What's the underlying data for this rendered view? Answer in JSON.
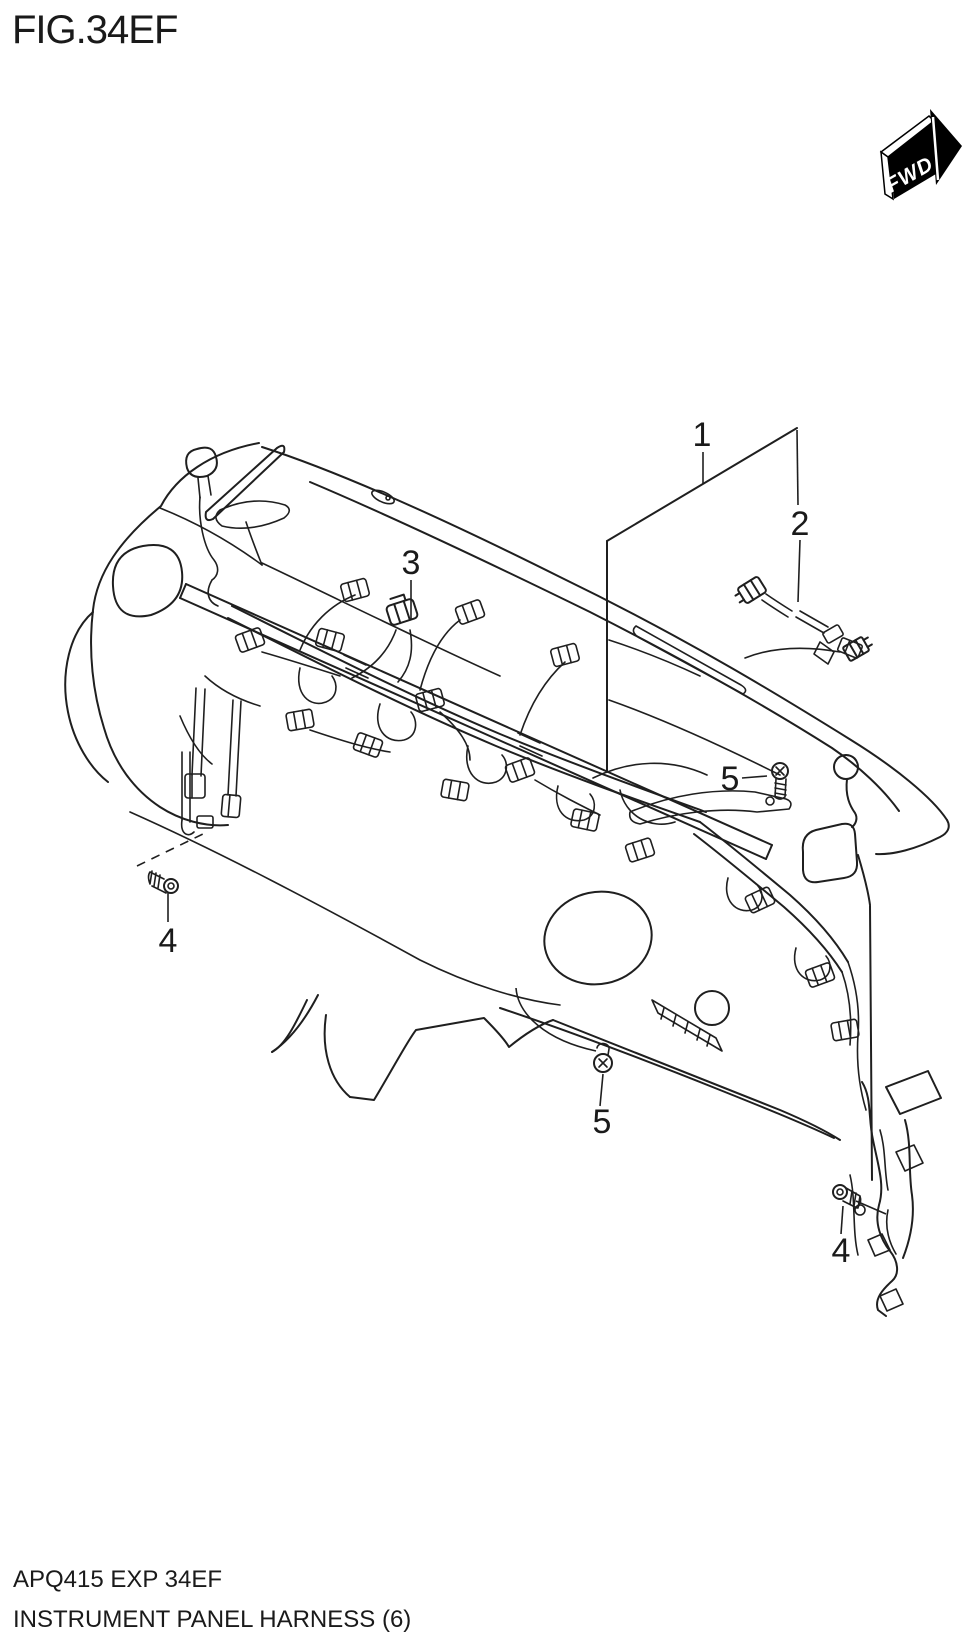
{
  "figure": {
    "title": "FIG.34EF",
    "footer_code": "APQ415 EXP 34EF",
    "footer_caption": "INSTRUMENT PANEL HARNESS (6)"
  },
  "direction_indicator": {
    "label": "FWD"
  },
  "callouts": [
    {
      "label": "1"
    },
    {
      "label": "2"
    },
    {
      "label": "3"
    },
    {
      "label": "4"
    },
    {
      "label": "5"
    },
    {
      "label": "5"
    },
    {
      "label": "4"
    }
  ],
  "colors": {
    "line": "#1f1f1f",
    "background": "#ffffff",
    "arrow_fill": "#000000",
    "arrow_text": "#ffffff"
  }
}
